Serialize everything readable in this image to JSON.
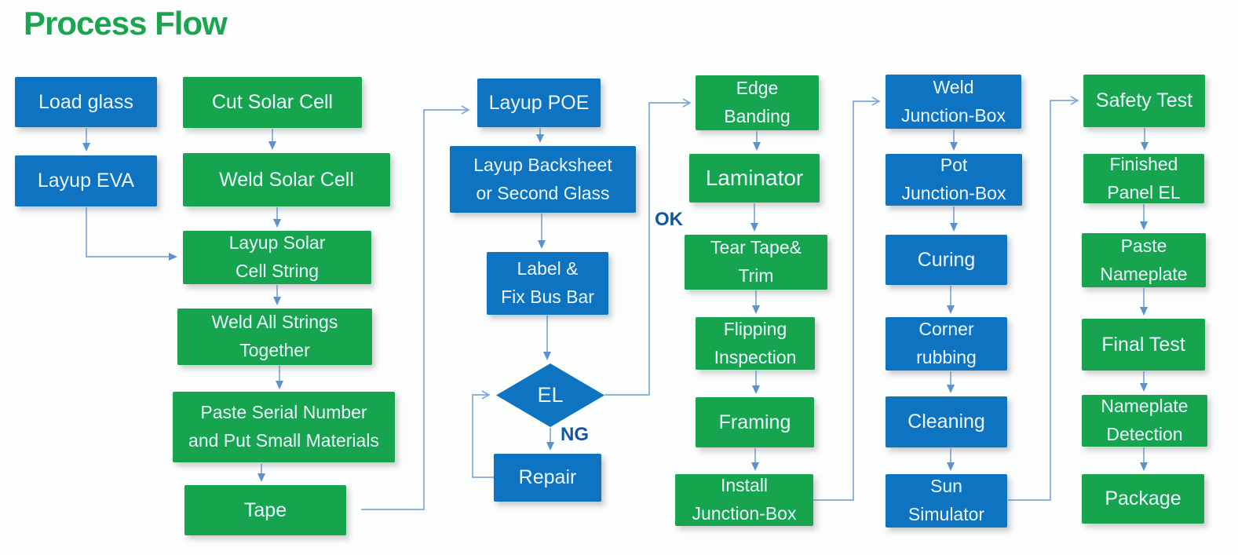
{
  "title": "Process Flow",
  "decision": {
    "ok": "OK",
    "ng": "NG"
  },
  "colors": {
    "box_blue": "#0e73c1",
    "box_green": "#16a44f",
    "title_green": "#1ca551",
    "connector_line": "#7ea9d8",
    "arrowhead": "#5e92ce",
    "decision_label": "#13569e",
    "box_text": "#ecf6fe"
  },
  "nodes": {
    "load_glass": {
      "label": "Load glass",
      "color": "blue"
    },
    "layup_eva": {
      "label": "Layup EVA",
      "color": "blue"
    },
    "cut_solar_cell": {
      "label": "Cut Solar Cell",
      "color": "green"
    },
    "weld_solar_cell": {
      "label": "Weld Solar Cell",
      "color": "green"
    },
    "layup_solar_cell_string": {
      "label": "Layup Solar\nCell String",
      "color": "green"
    },
    "weld_all_strings": {
      "label": "Weld All Strings\nTogether",
      "color": "green"
    },
    "paste_serial_number": {
      "label": "Paste Serial Number\nand Put Small Materials",
      "color": "green"
    },
    "tape": {
      "label": "Tape",
      "color": "green"
    },
    "layup_poe": {
      "label": "Layup POE",
      "color": "blue"
    },
    "layup_backsheet": {
      "label": "Layup Backsheet\nor Second Glass",
      "color": "blue"
    },
    "label_fix_bus_bar": {
      "label": "Label &\nFix Bus Bar",
      "color": "blue"
    },
    "el_check": {
      "label": "EL",
      "color": "blue",
      "shape": "diamond"
    },
    "repair": {
      "label": "Repair",
      "color": "blue"
    },
    "edge_banding": {
      "label": "Edge\nBanding",
      "color": "green"
    },
    "laminator": {
      "label": "Laminator",
      "color": "green"
    },
    "tear_tape_trim": {
      "label": "Tear Tape&\nTrim",
      "color": "green"
    },
    "flipping_inspection": {
      "label": "Flipping\nInspection",
      "color": "green"
    },
    "framing": {
      "label": "Framing",
      "color": "green"
    },
    "install_junction_box": {
      "label": "Install\nJunction-Box",
      "color": "green"
    },
    "weld_junction_box": {
      "label": "Weld\nJunction-Box",
      "color": "blue"
    },
    "pot_junction_box": {
      "label": "Pot\nJunction-Box",
      "color": "blue"
    },
    "curing": {
      "label": "Curing",
      "color": "blue"
    },
    "corner_rubbing": {
      "label": "Corner\nrubbing",
      "color": "blue"
    },
    "cleaning": {
      "label": "Cleaning",
      "color": "blue"
    },
    "sun_simulator": {
      "label": "Sun\nSimulator",
      "color": "blue"
    },
    "safety_test": {
      "label": "Safety Test",
      "color": "green"
    },
    "finished_panel_el": {
      "label": "Finished\nPanel EL",
      "color": "green"
    },
    "paste_nameplate": {
      "label": "Paste\nNameplate",
      "color": "green"
    },
    "final_test": {
      "label": "Final Test",
      "color": "green"
    },
    "nameplate_detection": {
      "label": "Nameplate\nDetection",
      "color": "green"
    },
    "package": {
      "label": "Package",
      "color": "green"
    }
  }
}
